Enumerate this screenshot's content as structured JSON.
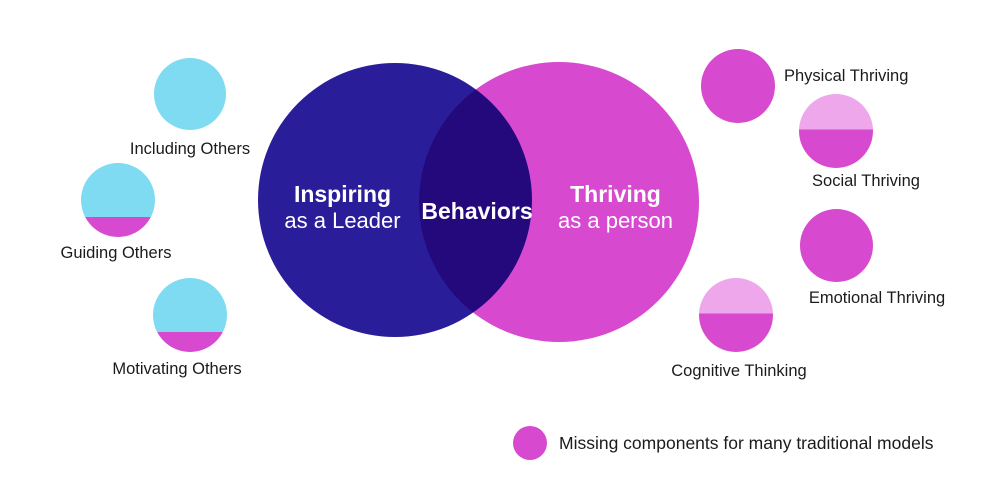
{
  "colors": {
    "venn_left": "#2A1D99",
    "venn_overlap": "#23087C",
    "venn_right": "#D74ACF",
    "cyan": "#7EDBF2",
    "light_pink": "#EDA7EA",
    "magenta": "#D74ACF",
    "label_text": "#1B1B1B",
    "venn_text": "#FFFFFF",
    "background": "#FFFFFF"
  },
  "venn": {
    "left": {
      "title": "Inspiring",
      "subtitle": "as a Leader"
    },
    "center": {
      "label": "Behaviors"
    },
    "right": {
      "title": "Thriving",
      "subtitle": "as a person"
    }
  },
  "satellites": {
    "left": [
      {
        "label": "Including Others",
        "fill": "full cyan"
      },
      {
        "label": "Guiding Others",
        "fill": "cyan top, magenta bottom sliver"
      },
      {
        "label": "Motivating Others",
        "fill": "cyan top, magenta bottom sliver"
      }
    ],
    "right": [
      {
        "label": "Physical Thriving",
        "fill": "full magenta"
      },
      {
        "label": "Social Thriving",
        "fill": "light pink top half, magenta bottom half"
      },
      {
        "label": "Emotional Thriving",
        "fill": "full magenta"
      },
      {
        "label": "Cognitive Thinking",
        "fill": "light pink top half, magenta bottom half"
      }
    ]
  },
  "legend": {
    "label": "Missing components for many traditional models"
  }
}
